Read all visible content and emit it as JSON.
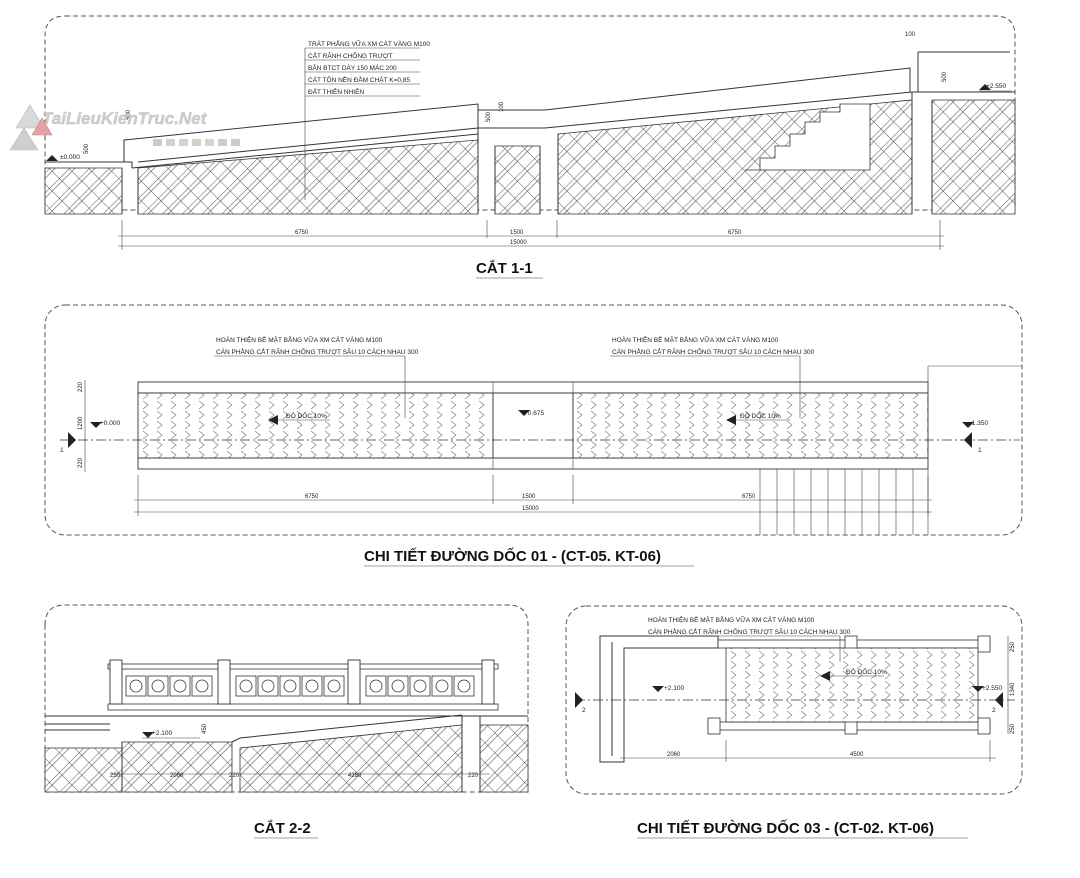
{
  "watermark": {
    "text": "TaiLieuKienTruc.Net"
  },
  "sections": {
    "cat11": {
      "title": "CẮT 1-1",
      "notes": [
        "TRÁT PHẲNG VỮA XM CÁT VÀNG M100",
        "CẮT RÃNH CHỐNG TRƯỢT",
        "BẢN BTCT DÀY 150 MÁC 200",
        "CÁT TÔN NỀN ĐẦM CHẶT K=0,85",
        "ĐẤT THIÊN NHIÊN"
      ],
      "levels": [
        "±0.000",
        "+2.550"
      ],
      "dims_small": [
        "500",
        "500",
        "500",
        "500",
        "100",
        "100"
      ],
      "dims": [
        "6750",
        "1500",
        "6750"
      ],
      "total": "15000"
    },
    "ct01": {
      "title": "CHI TIẾT ĐƯỜNG DỐC 01 - (CT-05. KT-06)",
      "note_left": [
        "HOÀN THIỆN BỀ MẶT BẰNG VỮA XM CÁT VÀNG M100",
        "CÁN PHẲNG CẮT RÃNH CHỐNG TRƯỢT SÂU 10 CÁCH NHAU 300"
      ],
      "note_right": [
        "HOÀN THIỆN BỀ MẶT BẰNG VỮA XM CÁT VÀNG M100",
        "CÁN PHẲNG CẮT RÃNH CHỐNG TRƯỢT SÂU 10 CÁCH NHAU 300"
      ],
      "levels": [
        "+0.000",
        "+0.675",
        "+1.350"
      ],
      "slope": "ĐỘ DỐC 10%",
      "side_dims": [
        "220",
        "1200",
        "220"
      ],
      "dims": [
        "6750",
        "1500",
        "6750"
      ],
      "total": "15000",
      "marker": "1"
    },
    "cat22": {
      "title": "CẮT 2-2",
      "level": "+2.100",
      "dim_h": "450",
      "dims": [
        "250",
        "2060",
        "220",
        "4280",
        "220"
      ]
    },
    "ct03": {
      "title": "CHI TIẾT ĐƯỜNG DỐC 03 - (CT-02. KT-06)",
      "notes": [
        "HOÀN THIỆN BỀ MẶT BẰNG VỮA XM CÁT VÀNG M100",
        "CÁN PHẲNG CẮT RÃNH CHỐNG TRƯỢT SÂU 10 CÁCH NHAU 300"
      ],
      "slope": "ĐỘ DỐC 10%",
      "levels": [
        "+2.100",
        "+2.550"
      ],
      "side_dims": [
        "250",
        "1340",
        "250"
      ],
      "dims": [
        "2060",
        "4500"
      ],
      "marker": "2"
    }
  }
}
